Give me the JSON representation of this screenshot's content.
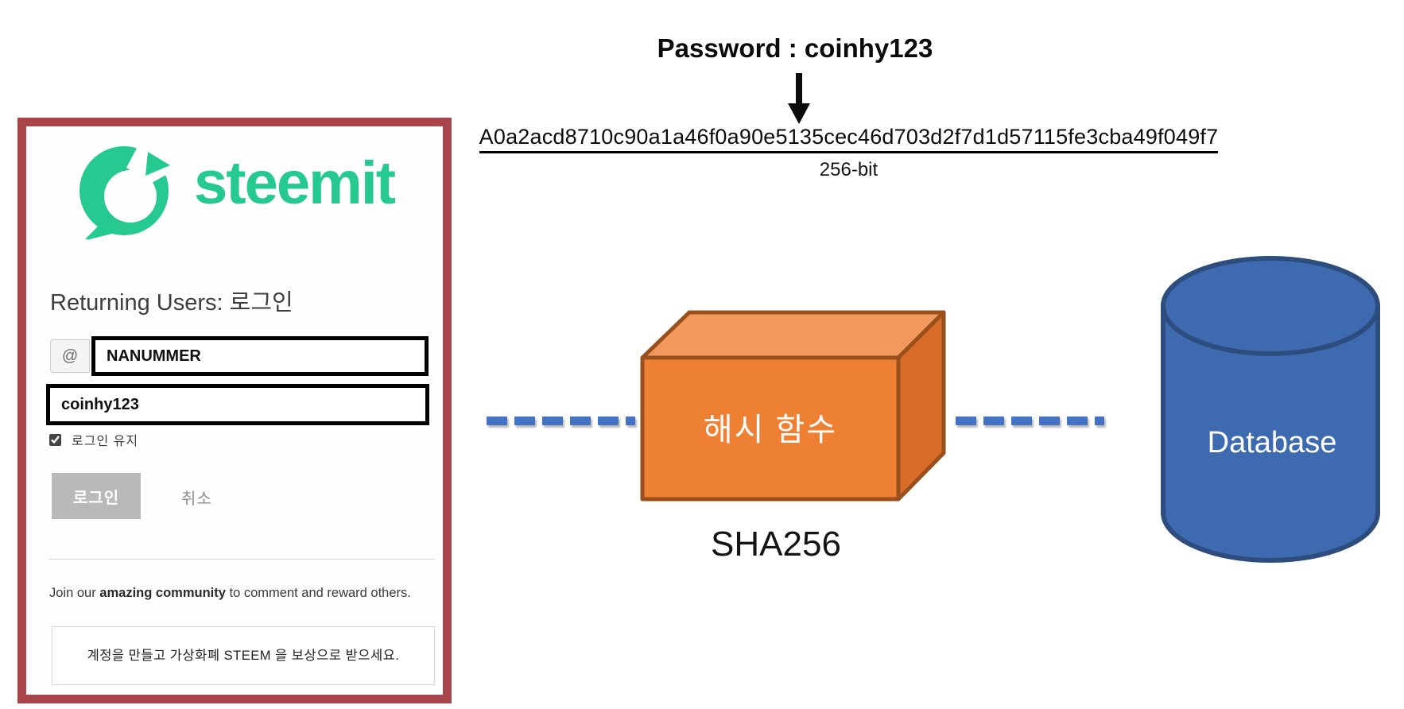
{
  "diagram": {
    "password_label": "Password : coinhy123",
    "hash_value": "A0a2acd8710c90a1a46f0a90e5135cec46d703d2f7d1d57115fe3cba49f049f7",
    "bits_label": "256-bit",
    "hash_box_label": "해시 함수",
    "algorithm_label": "SHA256",
    "database_label": "Database",
    "colors": {
      "panel_border": "#A8444A",
      "steemit_green": "#26C990",
      "box_front": "#ED8033",
      "box_top": "#F29A5E",
      "box_side": "#D96D28",
      "box_outline": "#99501C",
      "db_fill": "#3E6BAF",
      "db_outline": "#2C4D7D",
      "dash_blue": "#4472C4"
    }
  },
  "login": {
    "logo_text": "steemit",
    "heading": "Returning Users: 로그인",
    "username_prefix": "@",
    "username_value": "NANUMMER",
    "password_value": "coinhy123",
    "remember_label": "로그인 유지",
    "login_button": "로그인",
    "cancel_button": "취소",
    "join_prefix": "Join our ",
    "join_bold": "amazing community",
    "join_suffix": " to comment and reward others.",
    "signup_note": "계정을 만들고 가상화폐 STEEM 을 보상으로 받으세요."
  }
}
